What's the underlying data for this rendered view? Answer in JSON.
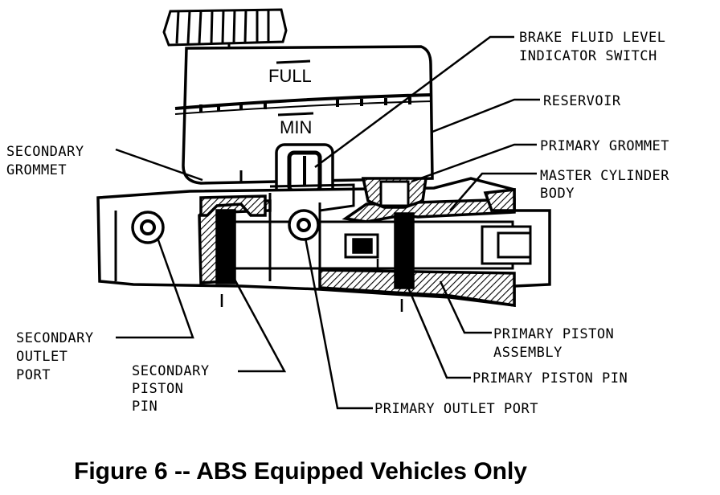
{
  "diagram": {
    "reservoir_marks": {
      "full": "FULL",
      "min": "MIN"
    },
    "labels": {
      "brake_fluid_level_switch": [
        "BRAKE FLUID LEVEL",
        "INDICATOR SWITCH"
      ],
      "reservoir": "RESERVOIR",
      "primary_grommet": "PRIMARY GROMMET",
      "master_cylinder_body": [
        "MASTER CYLINDER",
        "BODY"
      ],
      "secondary_grommet": [
        "SECONDARY",
        "GROMMET"
      ],
      "secondary_outlet_port": [
        "SECONDARY",
        "OUTLET",
        "PORT"
      ],
      "secondary_piston_pin": [
        "SECONDARY",
        "PISTON",
        "PIN"
      ],
      "primary_piston_assembly": [
        "PRIMARY PISTON",
        "ASSEMBLY"
      ],
      "primary_piston_pin": "PRIMARY PISTON PIN",
      "primary_outlet_port": "PRIMARY OUTLET PORT"
    },
    "caption": "Figure 6 -- ABS Equipped Vehicles Only"
  }
}
